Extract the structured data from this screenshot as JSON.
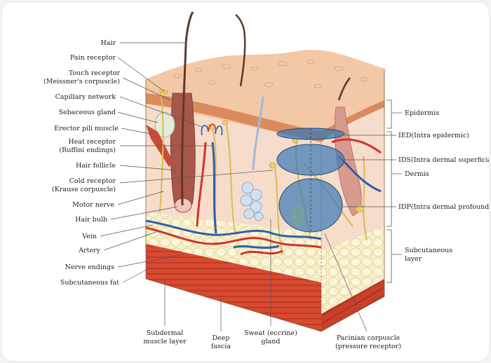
{
  "left_labels": [
    [
      "Hair"
    ],
    [
      "Pain receptor"
    ],
    [
      "Touch receptor",
      "(Meissner's corpuscle)"
    ],
    [
      "Capillary network"
    ],
    [
      "Sebaceous gland"
    ],
    [
      "Erector pili muscle"
    ],
    [
      "Heat receptor",
      "(Ruffini endings)"
    ],
    [
      "Hair follicle"
    ],
    [
      "Cold receptor",
      "(Krause corpuscle)"
    ],
    [
      "Motor nerve"
    ],
    [
      "Hair bulb"
    ],
    [
      "Vein"
    ],
    [
      "Artery"
    ],
    [
      "Nerve endings"
    ],
    [
      "Subcutaneous fat"
    ]
  ],
  "right_labels": {
    "epidermis": "Epidermis",
    "ied": "IED(Intra epidermic)",
    "ids": "IDS(Intra dermal superficial)",
    "dermis": "Dermis",
    "idp": "IDP(Intra dermal profound)",
    "subcutaneous": [
      "Subcutaneous",
      "layer"
    ]
  },
  "bottom_labels": [
    [
      "Subdermal",
      "muscle layer"
    ],
    [
      "Deep",
      "fascia"
    ],
    [
      "Sweat (eccrine)",
      "gland"
    ],
    [
      "Pacinian corpuscle",
      "(pressure receptor)"
    ]
  ],
  "colors": {
    "epidermis": "#f3c8a6",
    "dermis": "#f6dccb",
    "fat": "#f8efc7",
    "muscle": "#d9442e",
    "artery": "#d3332c",
    "vein": "#2f5fa8",
    "nerve": "#e3c24a",
    "injection_zone": "#3b78b5"
  }
}
